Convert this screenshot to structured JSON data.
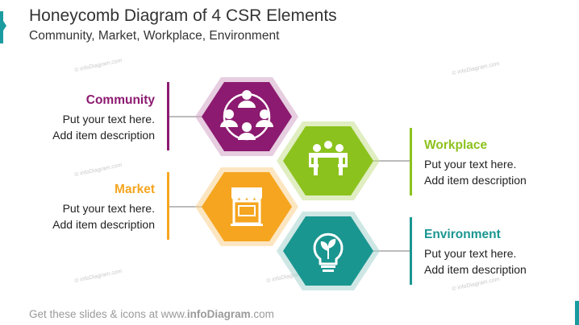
{
  "title": "Honeycomb Diagram of 4 CSR Elements",
  "subtitle": "Community, Market, Workplace, Environment",
  "elements": [
    {
      "key": "community",
      "title": "Community",
      "line1": "Put your text here.",
      "line2": "Add item description",
      "color": "#8c1a70",
      "icon": "people-network-icon"
    },
    {
      "key": "market",
      "title": "Market",
      "line1": "Put your text here.",
      "line2": "Add item description",
      "color": "#f5a51f",
      "icon": "storefront-icon"
    },
    {
      "key": "workplace",
      "title": "Workplace",
      "line1": "Put your text here.",
      "line2": "Add item description",
      "color": "#8cc21e",
      "icon": "meeting-table-icon"
    },
    {
      "key": "environment",
      "title": "Environment",
      "line1": "Put your text here.",
      "line2": "Add item description",
      "color": "#1a9690",
      "icon": "eco-lightbulb-icon"
    }
  ],
  "footer": {
    "prefix": "Get these slides & icons at www.",
    "brand": "infoDiagram",
    "suffix": ".com"
  },
  "watermark": "© infoDiagram.com"
}
